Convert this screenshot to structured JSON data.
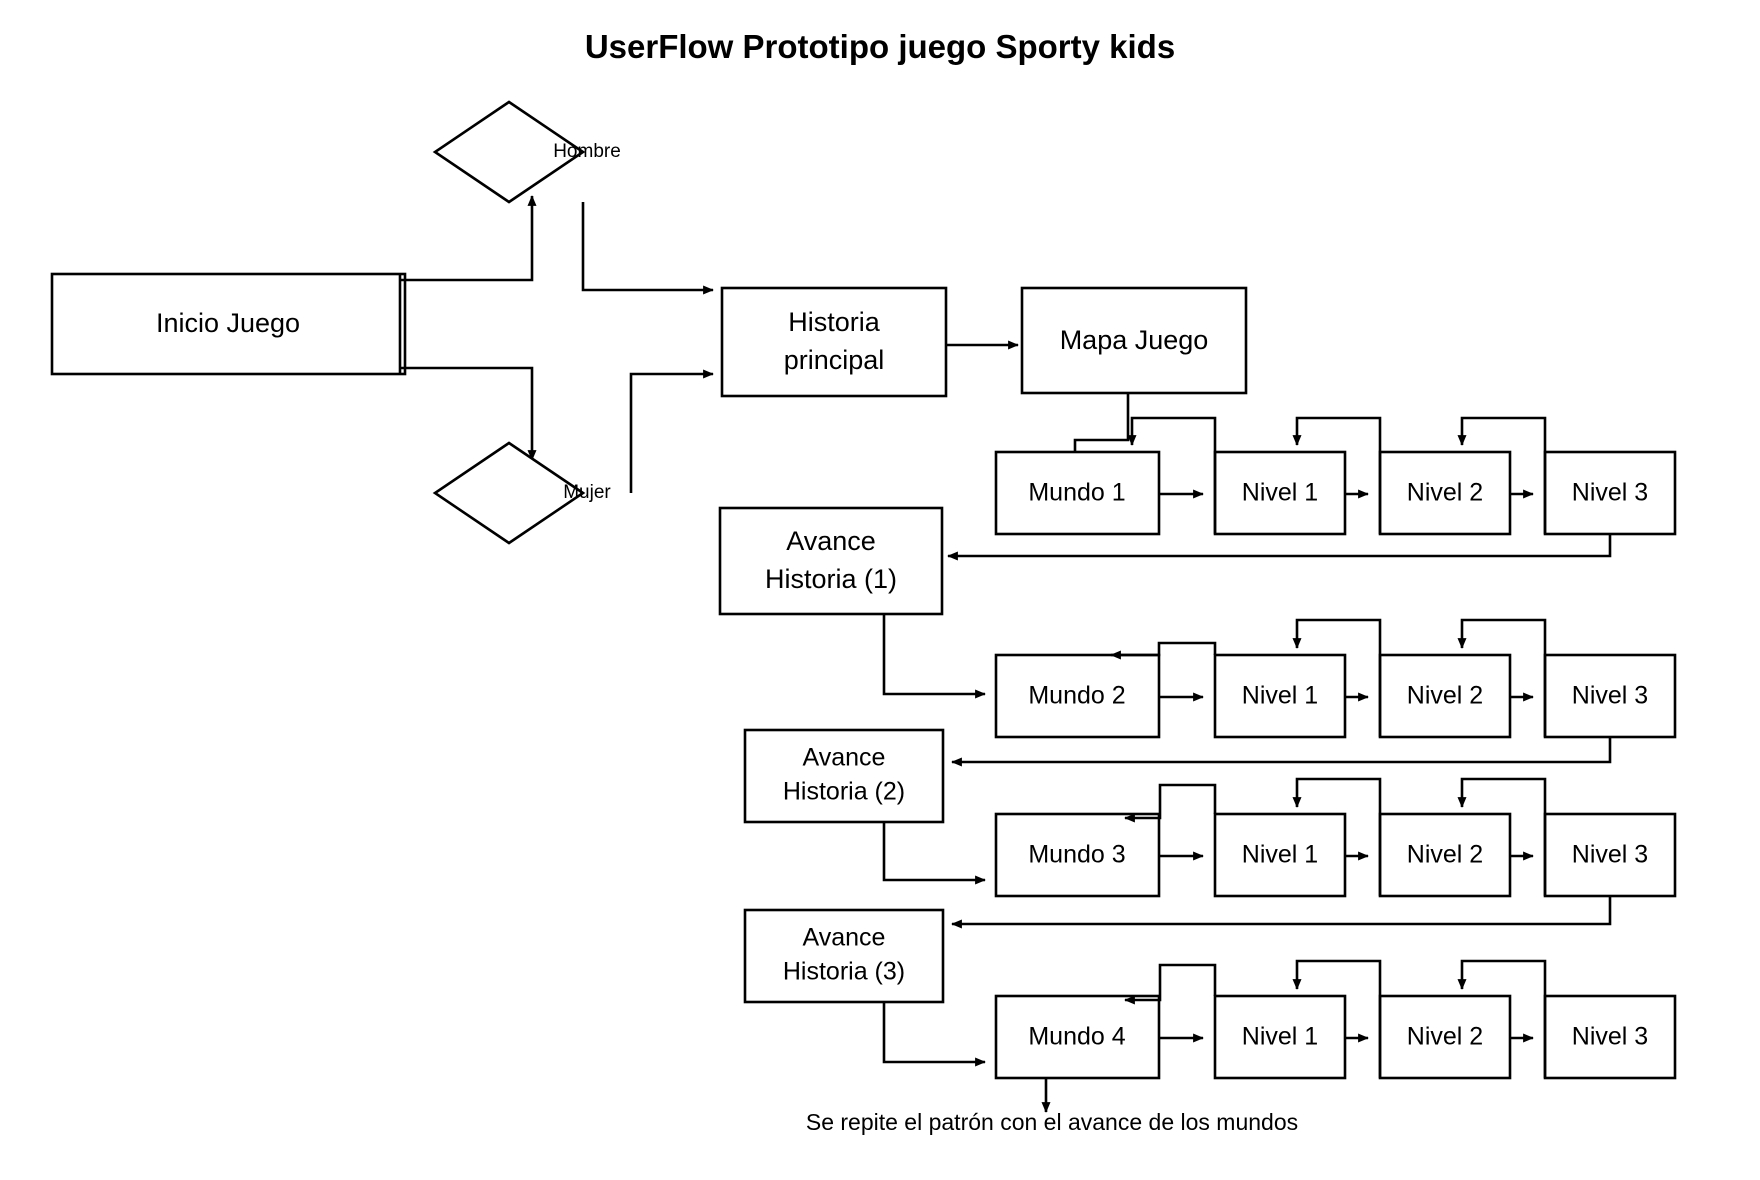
{
  "diagram": {
    "title": "UserFlow Prototipo juego Sporty kids",
    "caption": "Se repite el patrón con el avance de los mundos",
    "colors": {
      "stroke": "#000000",
      "fill": "#ffffff",
      "text": "#000000"
    },
    "nodes": {
      "inicio": "Inicio Juego",
      "hombre": "Hombre",
      "mujer": "Mujer",
      "historia_principal_line1": "Historia",
      "historia_principal_line2": "principal",
      "mapa_juego": "Mapa Juego",
      "avance1_line1": "Avance",
      "avance1_line2": "Historia (1)",
      "avance2_line1": "Avance",
      "avance2_line2": "Historia (2)",
      "avance3_line1": "Avance",
      "avance3_line2": "Historia (3)"
    },
    "rows": [
      {
        "mundo": "Mundo 1",
        "niveles": [
          "Nivel 1",
          "Nivel 2",
          "Nivel 3"
        ]
      },
      {
        "mundo": "Mundo 2",
        "niveles": [
          "Nivel 1",
          "Nivel 2",
          "Nivel 3"
        ]
      },
      {
        "mundo": "Mundo 3",
        "niveles": [
          "Nivel 1",
          "Nivel 2",
          "Nivel 3"
        ]
      },
      {
        "mundo": "Mundo 4",
        "niveles": [
          "Nivel 1",
          "Nivel 2",
          "Nivel 3"
        ]
      }
    ]
  }
}
